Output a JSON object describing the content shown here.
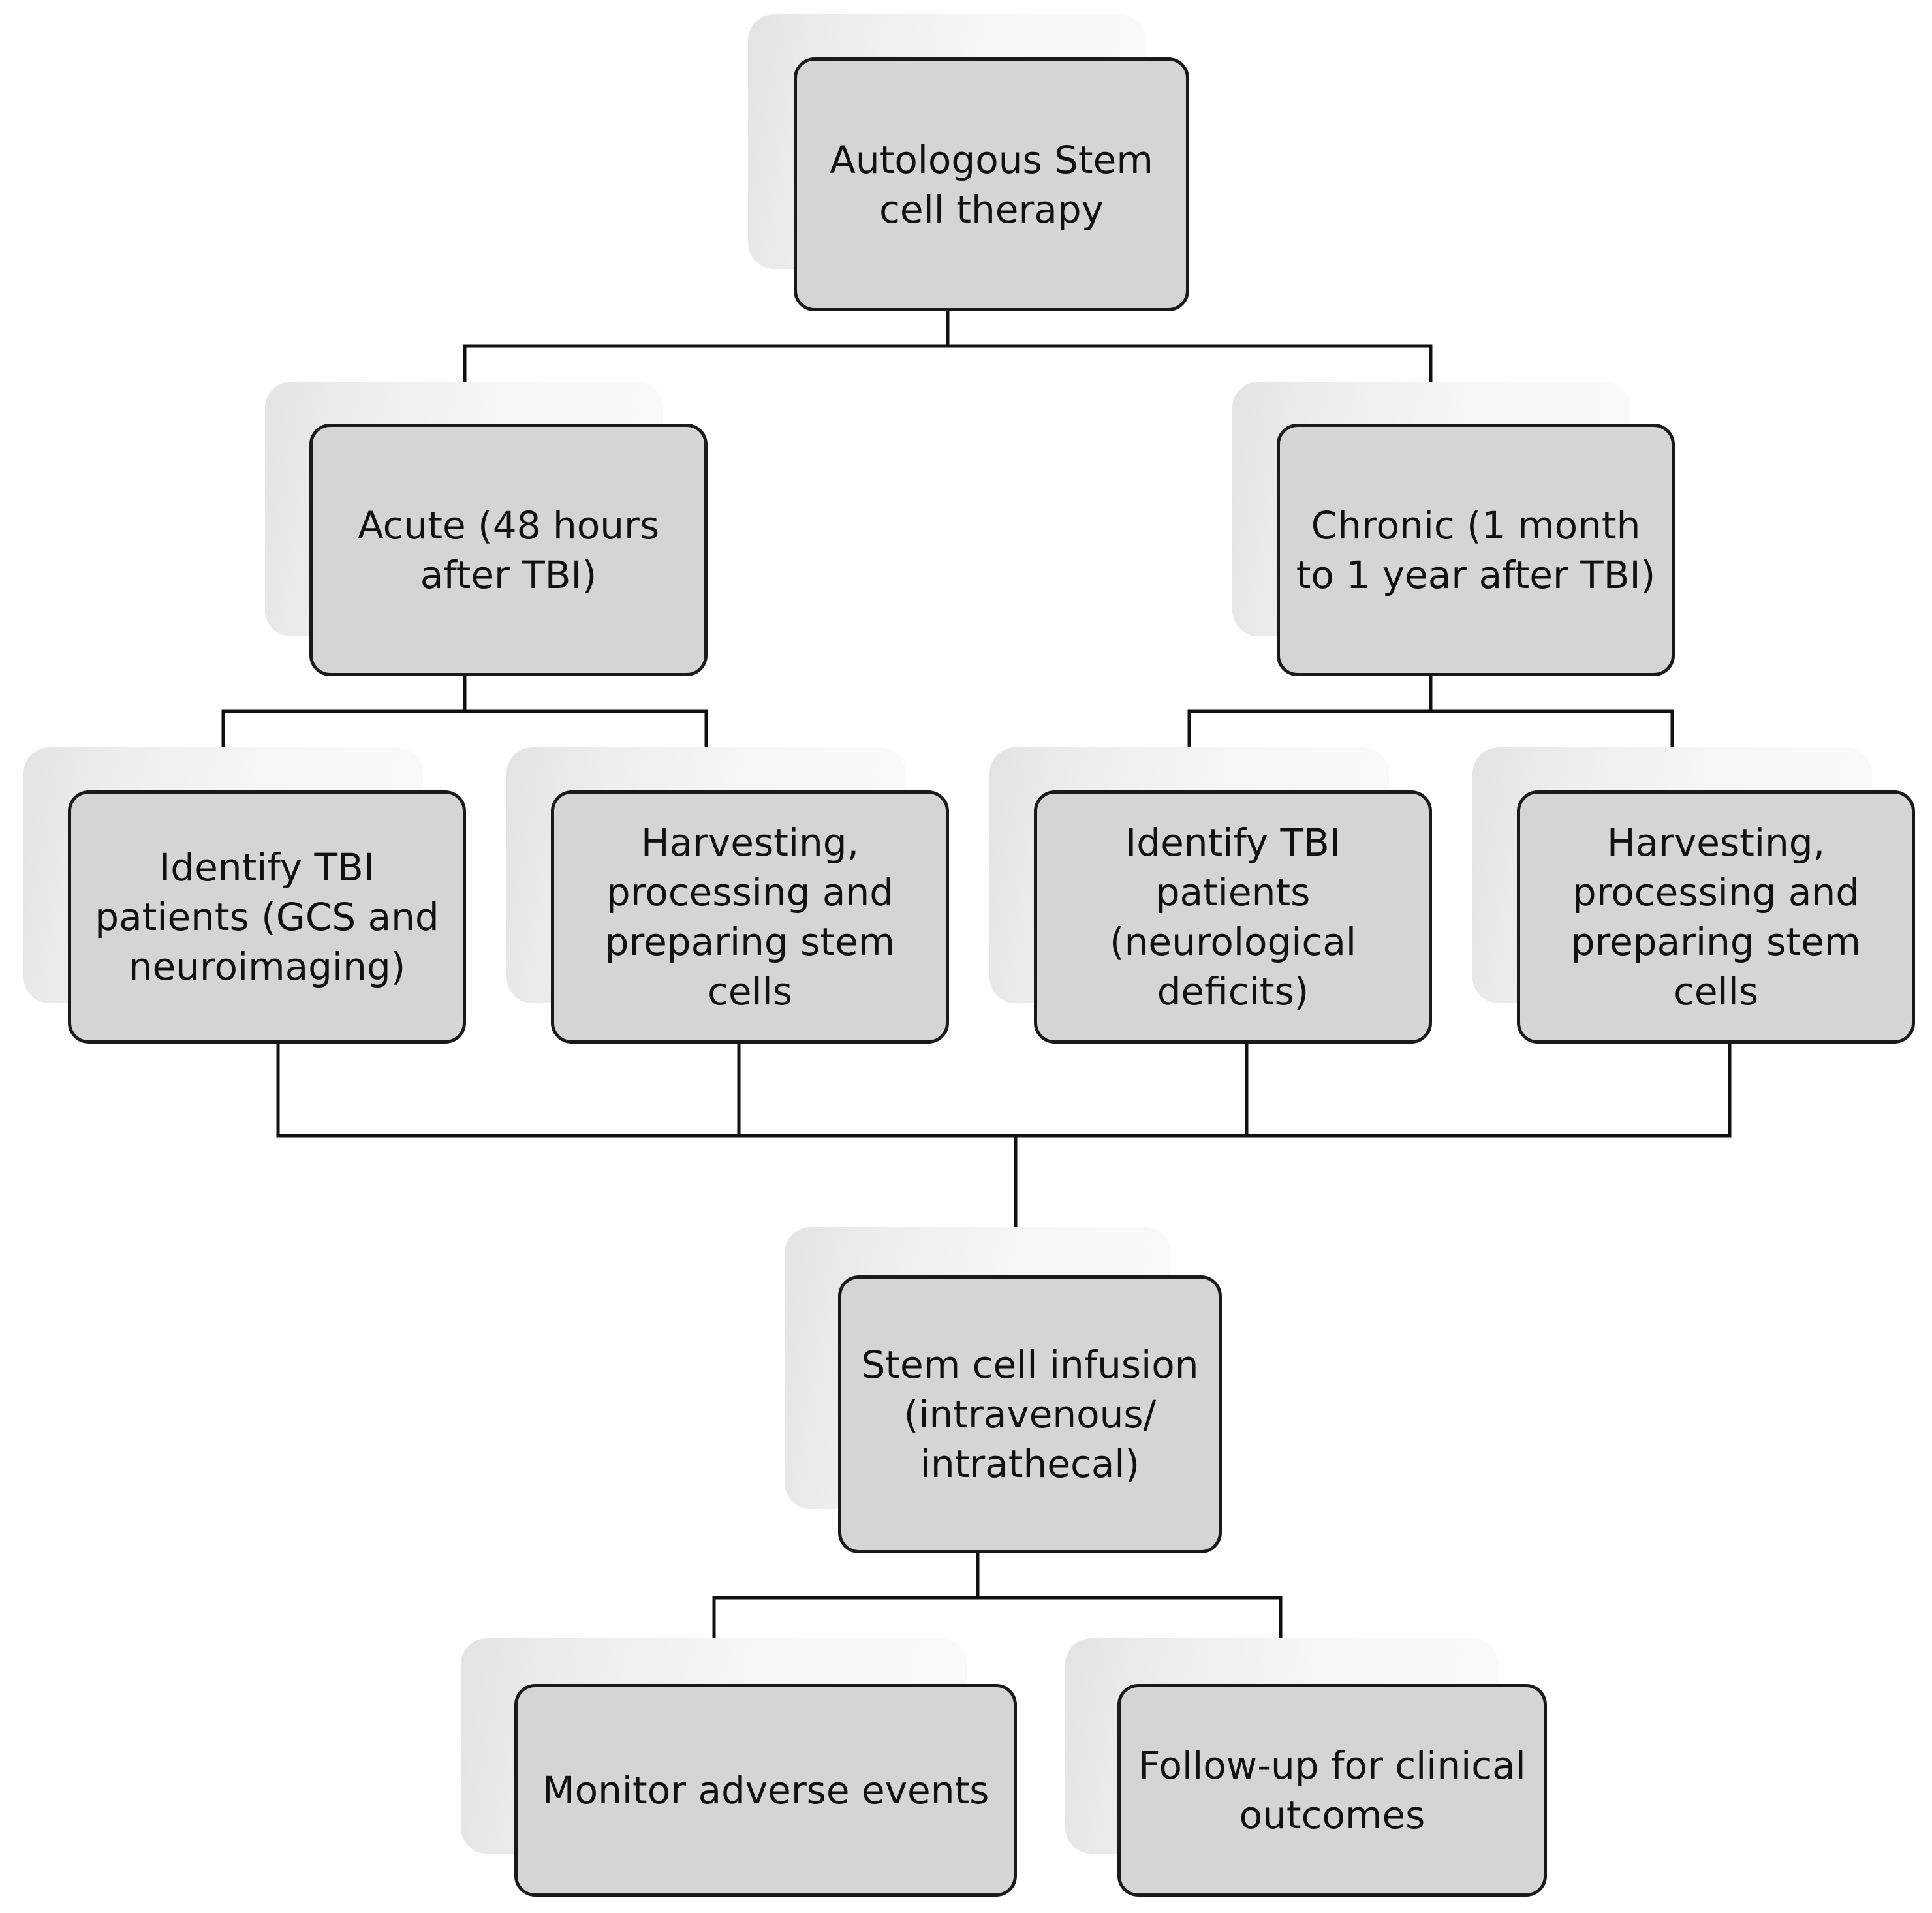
{
  "diagram": {
    "nodes": {
      "root": {
        "label": "Autologous Stem\ncell therapy"
      },
      "acute": {
        "label": "Acute (48 hours\nafter TBI)"
      },
      "chronic": {
        "label": "Chronic (1 month\nto 1 year after TBI)"
      },
      "acute_identify": {
        "label": "Identify TBI\npatients  (GCS and\nneuroimaging)"
      },
      "acute_harvest": {
        "label": "Harvesting,\nprocessing and\npreparing stem\ncells"
      },
      "chronic_identify": {
        "label": "Identify TBI\npatients\n(neurological\ndeficits)"
      },
      "chronic_harvest": {
        "label": "Harvesting,\nprocessing and\npreparing stem\ncells"
      },
      "infusion": {
        "label": "Stem cell infusion\n(intravenous/\nintrathecal)"
      },
      "monitor": {
        "label": "Monitor adverse events"
      },
      "followup": {
        "label": "Follow-up for clinical\noutcomes"
      }
    }
  }
}
